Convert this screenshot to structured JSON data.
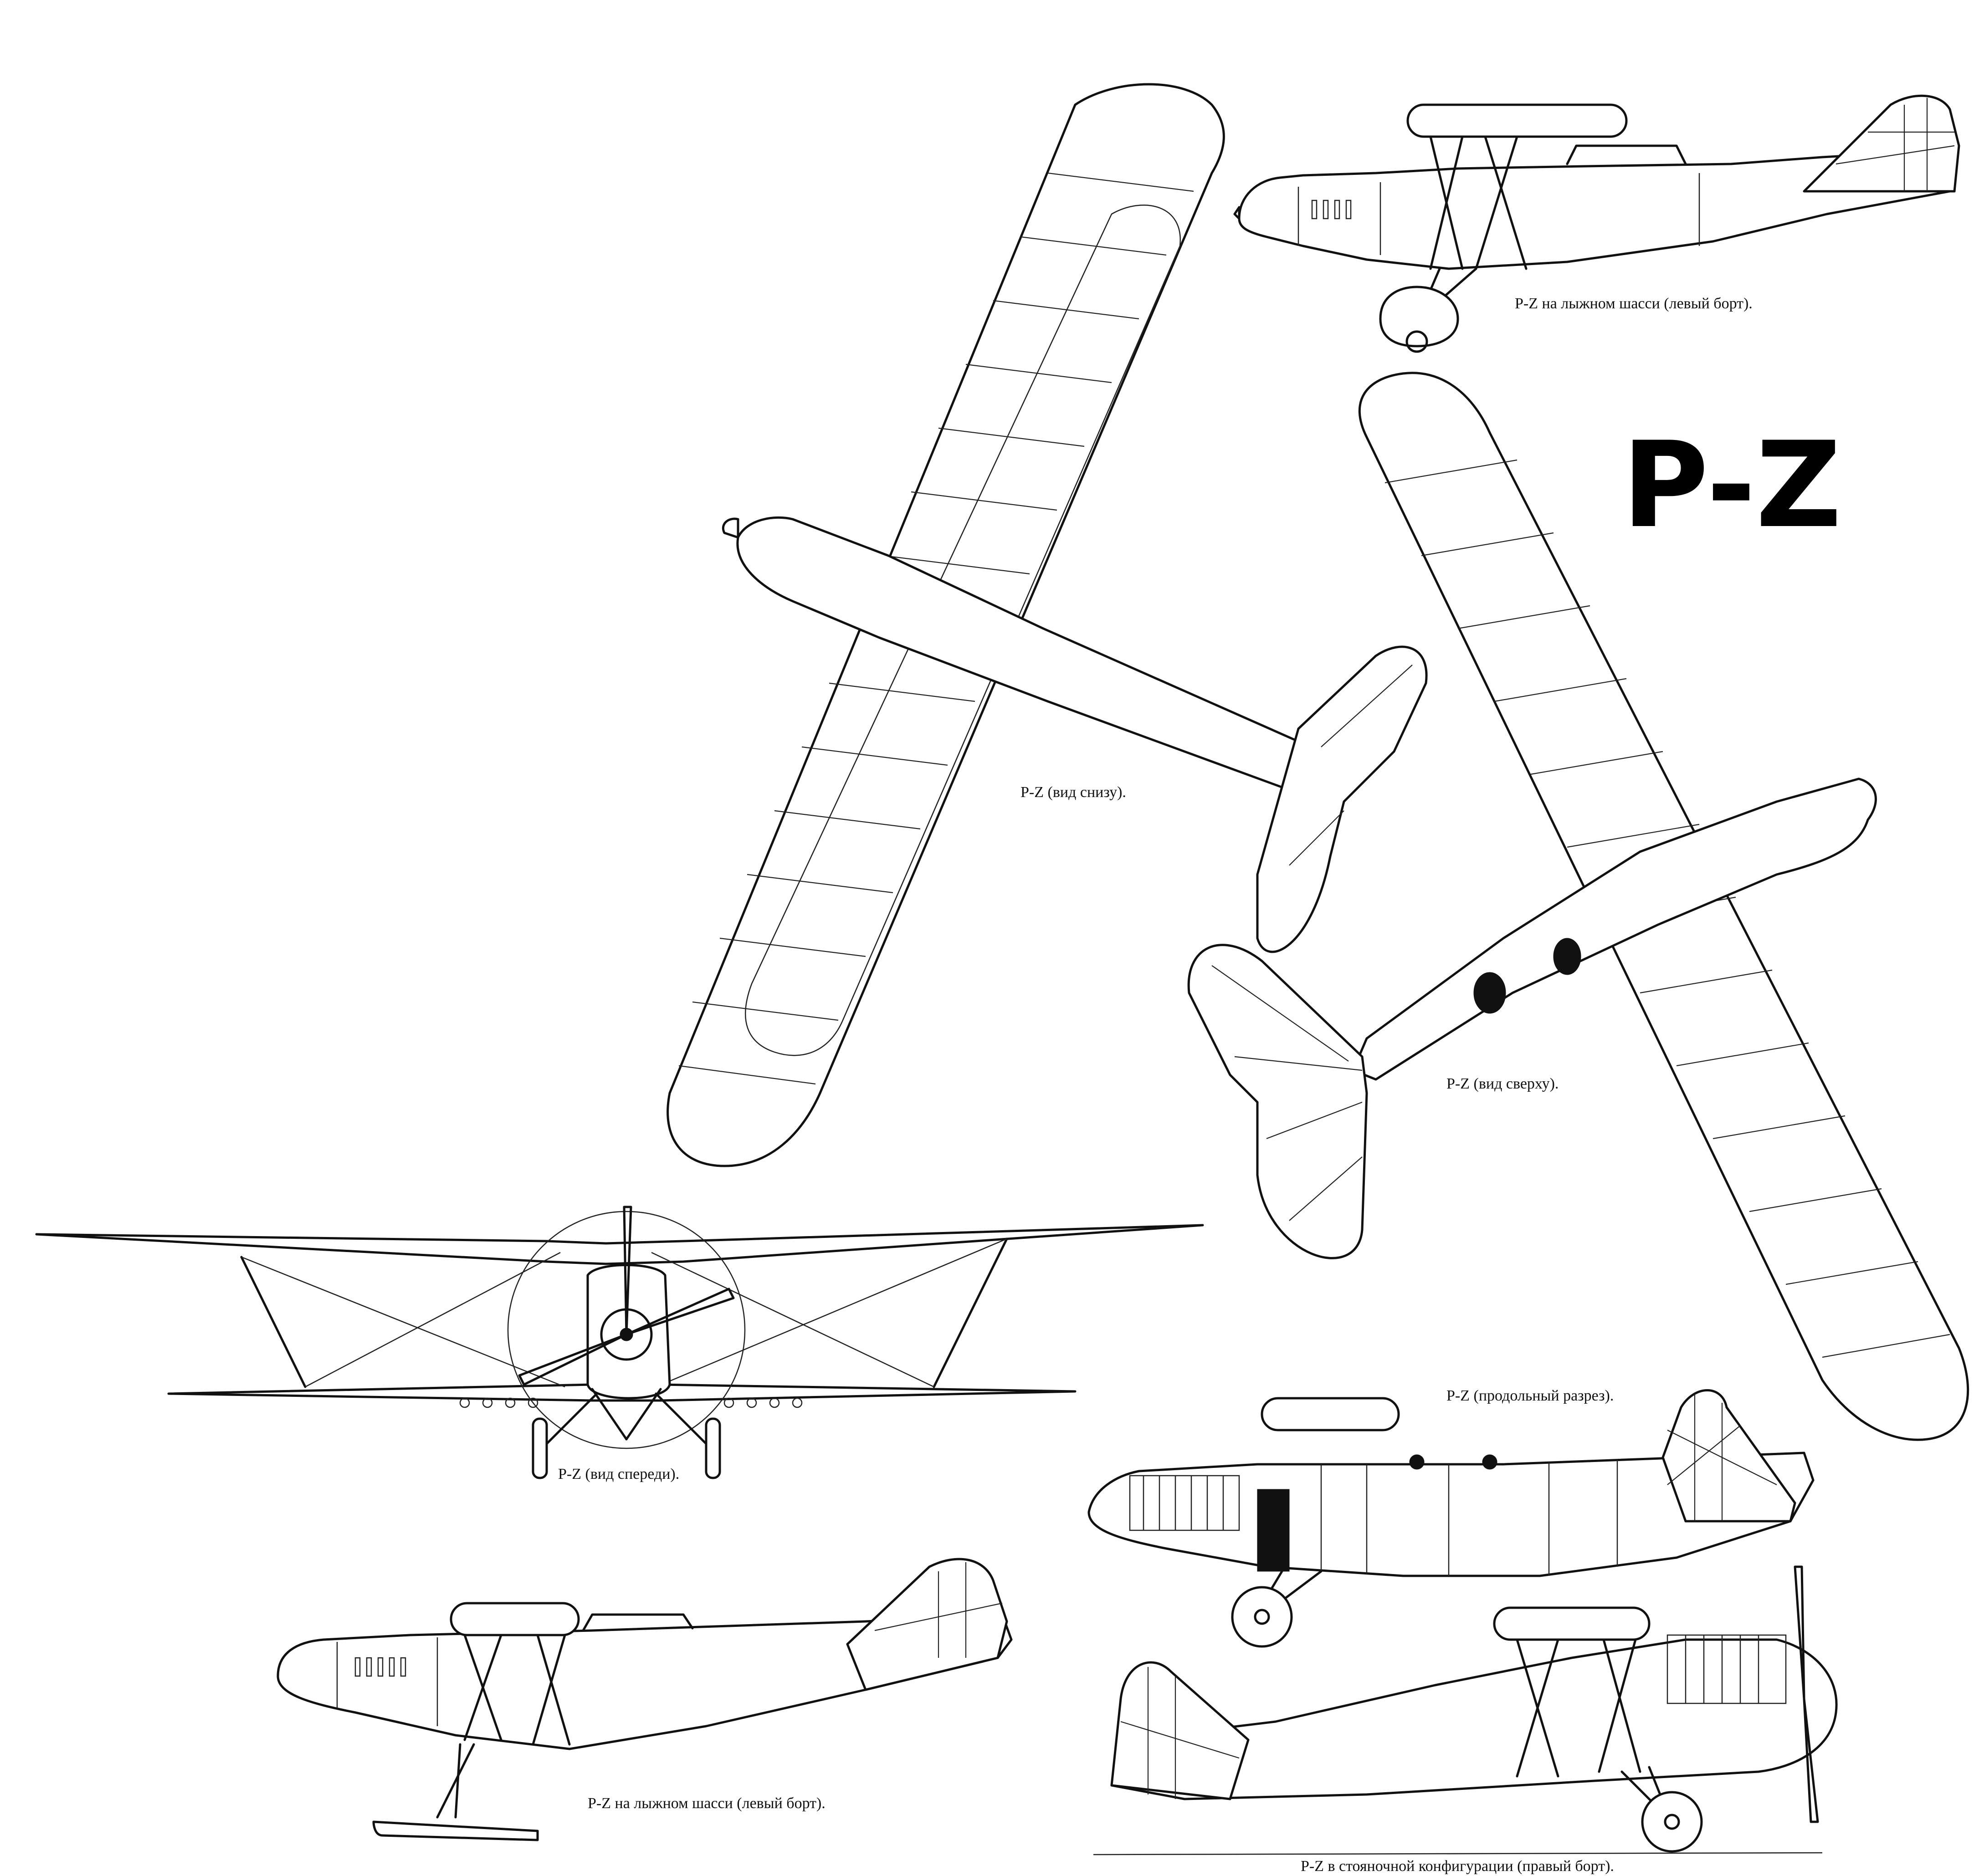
{
  "title": "P-Z",
  "captions": {
    "skis_left_top": "P-Z на лыжном шасси (левый борт).",
    "bottom_view": "P-Z (вид снизу).",
    "top_view": "P-Z (вид сверху).",
    "section": "P-Z (продольный разрез).",
    "front_view": "P-Z (вид спереди).",
    "skis_left_bottom": "P-Z на лыжном шасси (левый борт).",
    "parking_right": "P-Z в стояночной конфигурации (правый борт)."
  }
}
